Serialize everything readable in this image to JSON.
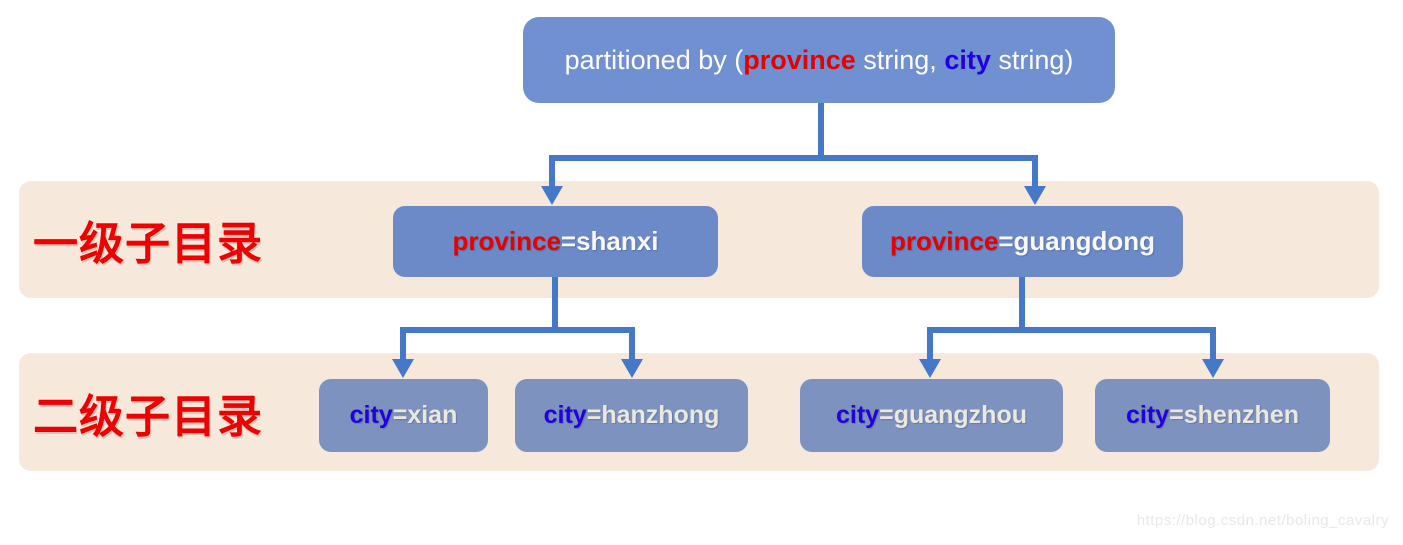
{
  "tokens": {
    "eq": "="
  },
  "root_box": {
    "prefix": "partitioned by (",
    "key1": "province",
    "sep": " string, ",
    "key2": "city",
    "suffix": " string)"
  },
  "levels": [
    {
      "label": "一级子目录",
      "nodes": [
        {
          "key": "province",
          "value": "shanxi"
        },
        {
          "key": "province",
          "value": "guangdong"
        }
      ]
    },
    {
      "label": "二级子目录",
      "nodes": [
        {
          "key": "city",
          "value": "xian"
        },
        {
          "key": "city",
          "value": "hanzhong"
        },
        {
          "key": "city",
          "value": "guangzhou"
        },
        {
          "key": "city",
          "value": "shenzhen"
        }
      ]
    }
  ],
  "watermark": "https://blog.csdn.net/boling_cavalry",
  "colors": {
    "root_box_bg": "#7190d2",
    "province_box_bg": "#6c89c8",
    "city_box_bg": "#7e92bf",
    "band_bg": "#f7e8dc",
    "connector": "#4579c8",
    "key_red": "#e60000",
    "key_blue": "#2200e0",
    "label_red": "#ee0000"
  }
}
